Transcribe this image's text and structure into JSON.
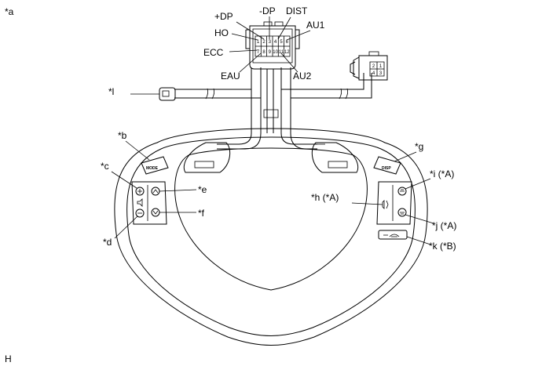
{
  "figure": {
    "corner_label": "*a",
    "footer_label": "H"
  },
  "connector": {
    "pins_top": [
      "1",
      "2",
      "3",
      "4",
      "5",
      "6"
    ],
    "pins_bottom": [
      "7",
      "8",
      "9",
      "10",
      "11",
      "12"
    ],
    "signals": {
      "dp_plus": "+DP",
      "dp_minus": "-DP",
      "dist": "DIST",
      "ho": "HO",
      "au1": "AU1",
      "ecc": "ECC",
      "eau": "EAU",
      "au2": "AU2"
    }
  },
  "side_connector": {
    "pins": [
      "2",
      "1",
      "4",
      "3"
    ]
  },
  "buttons": {
    "mode": "MODE",
    "disp": "DISP"
  },
  "callouts": {
    "b": "*b",
    "c": "*c",
    "d": "*d",
    "e": "*e",
    "f": "*f",
    "g": "*g",
    "h": "*h (*A)",
    "i": "*i (*A)",
    "j": "*j (*A)",
    "k": "*k (*B)",
    "l": "*l"
  }
}
